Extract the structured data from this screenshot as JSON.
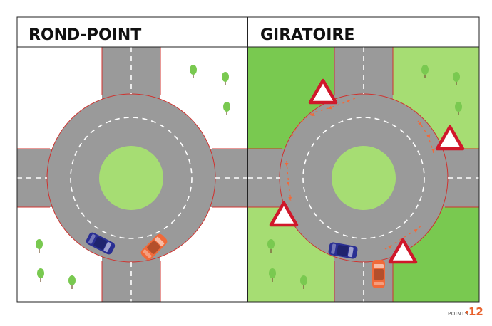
{
  "panels": {
    "left": {
      "title": "ROND-POINT"
    },
    "right": {
      "title": "GIRATOIRE"
    }
  },
  "brand": {
    "small": "POINTS",
    "number": "12"
  },
  "colors": {
    "road": "#9a9a9a",
    "road_edge": "#d0312d",
    "lane_marking": "#ffffff",
    "island": "#a6dd73",
    "grass_dark": "#79c950",
    "grass_light": "#a6dd73",
    "tree": "#79c950",
    "trunk": "#7a5a3a",
    "yield_sign_border": "#d0182a",
    "flow_arrow": "#f06a3a",
    "car_blue": "#2a2f93",
    "car_orange": "#f06a3a",
    "brand_accent": "#e8612c"
  },
  "icons": {
    "yield_sign": "yield-sign-icon",
    "tree": "tree-icon",
    "car": "car-icon",
    "flow_arrow": "flow-arrow-icon"
  }
}
